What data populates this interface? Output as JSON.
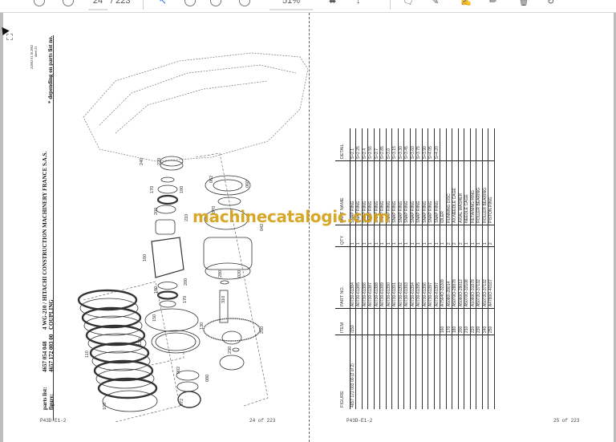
{
  "toolbar": {
    "page_current": "24",
    "page_total": "/ 223",
    "zoom": "51%",
    "icons": [
      "prev-page-icon",
      "next-page-icon",
      "select-tool-icon",
      "zoom-out-icon",
      "zoom-in-icon",
      "info-icon",
      "fit-page-icon",
      "scroll-icon",
      "comment-icon",
      "highlight-icon",
      "sign-icon",
      "pen-icon",
      "delete-icon",
      "rotate-icon"
    ]
  },
  "left_page": {
    "header": {
      "parts_list_label": "parts list:",
      "parts_list_value": "4657 054 048",
      "parts_list_desc": "4 WG-210 / HITACHI CONSTRUCTION MACHINERY FRANCE S.A.S.",
      "figure_label": "figure:",
      "figure_value": "4657 172 003 00",
      "figure_desc": "COUPLING",
      "note": "* depending on parts list no.",
      "date": "2/2002 01.10.2002",
      "sheet": "sheet 21"
    },
    "diagram_labels": [
      "240",
      "220",
      "170",
      "190",
      "200",
      "210",
      "160",
      "062",
      "060",
      "070",
      "042",
      "280",
      "020",
      "200",
      "180",
      "170",
      "150",
      "130",
      "310",
      "250",
      "230",
      "110",
      "120",
      "100",
      "002",
      "080",
      "072"
    ],
    "footer_code": "P43D-E1-2",
    "footer_page": "24 of 223"
  },
  "right_page": {
    "table": {
      "headers": {
        "figure": "FIGURE",
        "item": "ITEM",
        "part_no": "PART NO.",
        "qty": "QTY",
        "part_name": "PART NAME",
        "detail": "DETAIL"
      },
      "figure_value": "4657 172 003 00 (2 of 2)",
      "rows": [
        {
          "item": "/150",
          "part_no": "A0730-61384",
          "qty": "1",
          "part_name": "SNAP RING",
          "detail": "S=2.1"
        },
        {
          "item": "",
          "part_no": "A0730-61385",
          "qty": "1",
          "part_name": "SNAP RING",
          "detail": "S=2.25"
        },
        {
          "item": "",
          "part_no": "A0730-61386",
          "qty": "1",
          "part_name": "SNAP RING",
          "detail": "S=2.4"
        },
        {
          "item": "",
          "part_no": "A0730-61387",
          "qty": "1",
          "part_name": "SNAP RING",
          "detail": "S=2.55"
        },
        {
          "item": "",
          "part_no": "A0730-61388",
          "qty": "1",
          "part_name": "SNAP RING",
          "detail": "S=2.7"
        },
        {
          "item": "",
          "part_no": "A0730-61389",
          "qty": "1",
          "part_name": "SNAP RING",
          "detail": "S=2.85"
        },
        {
          "item": "",
          "part_no": "A0730-61390",
          "qty": "1",
          "part_name": "SNAP RING",
          "detail": "S=3.0"
        },
        {
          "item": "",
          "part_no": "A0730-61391",
          "qty": "1",
          "part_name": "SNAP RING",
          "detail": "S=3.15"
        },
        {
          "item": "",
          "part_no": "A0730-61392",
          "qty": "1",
          "part_name": "SNAP RING",
          "detail": "S=3.30"
        },
        {
          "item": "",
          "part_no": "A0730-61393",
          "qty": "1",
          "part_name": "SNAP RING",
          "detail": "S=3.45"
        },
        {
          "item": "",
          "part_no": "A0730-61394",
          "qty": "1",
          "part_name": "SNAP RING",
          "detail": "S=3.60"
        },
        {
          "item": "",
          "part_no": "A0730-61395",
          "qty": "1",
          "part_name": "SNAP RING",
          "detail": "S=3.75"
        },
        {
          "item": "",
          "part_no": "A0730-61396",
          "qty": "1",
          "part_name": "SNAP RING",
          "detail": "S=3.90"
        },
        {
          "item": "",
          "part_no": "A0730-61397",
          "qty": "1",
          "part_name": "SNAP RING",
          "detail": "S=4.05"
        },
        {
          "item": "",
          "part_no": "A0730-61397",
          "qty": "1",
          "part_name": "SNAP RING",
          "detail": "S=4.20"
        },
        {
          "item": "160",
          "part_no": "A7564O-32209",
          "qty": "1",
          "part_name": "IDLER",
          "detail": ""
        },
        {
          "item": "170",
          "part_no": "A5080I-29014",
          "qty": "2",
          "part_name": "RUNNING DISC",
          "detail": ""
        },
        {
          "item": "180",
          "part_no": "A5070O-28878",
          "qty": "2",
          "part_name": "AX.NEEDLE CAGE",
          "detail": ""
        },
        {
          "item": "200",
          "part_no": "A5080O-29012",
          "qty": "2",
          "part_name": "AXIAL WASHER",
          "detail": ""
        },
        {
          "item": "210",
          "part_no": "A5070O-32108",
          "qty": "1",
          "part_name": "NEEDLE CAGE",
          "detail": ""
        },
        {
          "item": "220",
          "part_no": "A1080O-31878",
          "qty": "1",
          "part_name": "RETAINING RING",
          "detail": ""
        },
        {
          "item": "230",
          "part_no": "A5072O-37132",
          "qty": "1",
          "part_name": "ROLLER BEARING",
          "detail": ""
        },
        {
          "item": "240",
          "part_no": "A5072O-37132",
          "qty": "1",
          "part_name": "ROLLER BEARING",
          "detail": ""
        },
        {
          "item": "250",
          "part_no": "A4780O-40167",
          "qty": "2",
          "part_name": "PISTON RING",
          "detail": ""
        }
      ]
    },
    "footer_code": "P43D-E1-2",
    "footer_page": "25 of 223"
  },
  "watermark": "machinecatalogic.com"
}
